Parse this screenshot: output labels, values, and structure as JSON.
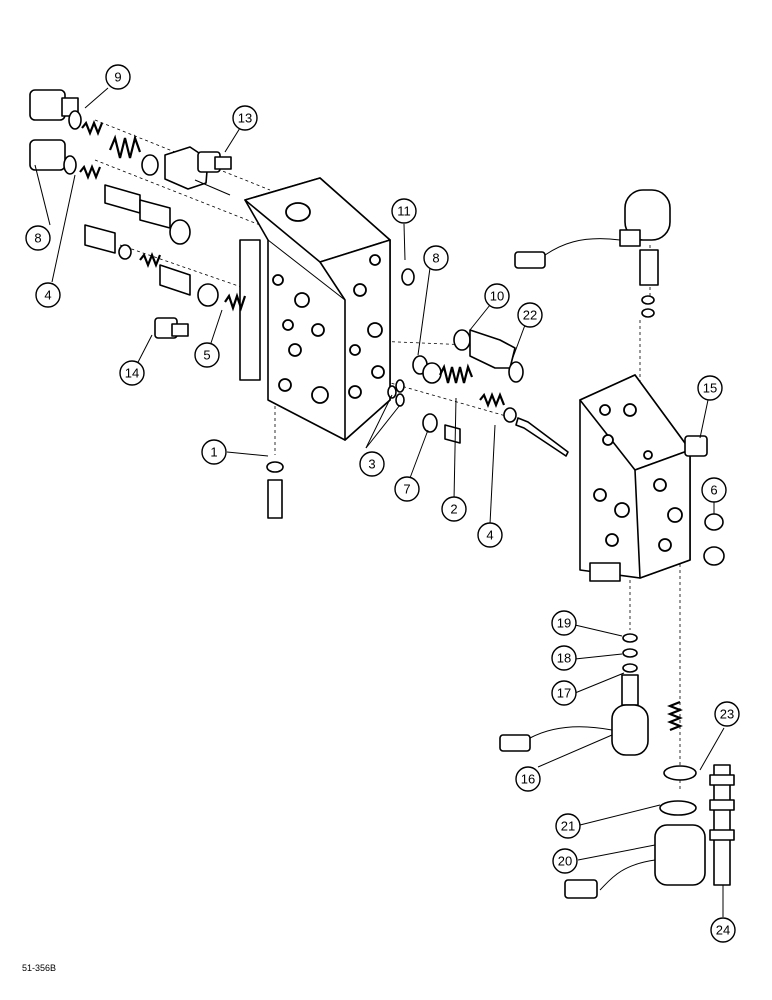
{
  "figure_ref": "51-356B",
  "callouts": [
    "9",
    "13",
    "8",
    "4",
    "11",
    "8",
    "10",
    "22",
    "5",
    "14",
    "15",
    "1",
    "3",
    "7",
    "2",
    "4",
    "6",
    "19",
    "18",
    "17",
    "23",
    "16",
    "21",
    "20",
    "24"
  ],
  "colors": {
    "line": "#000000",
    "fill": "#ffffff",
    "shade": "#222222"
  }
}
